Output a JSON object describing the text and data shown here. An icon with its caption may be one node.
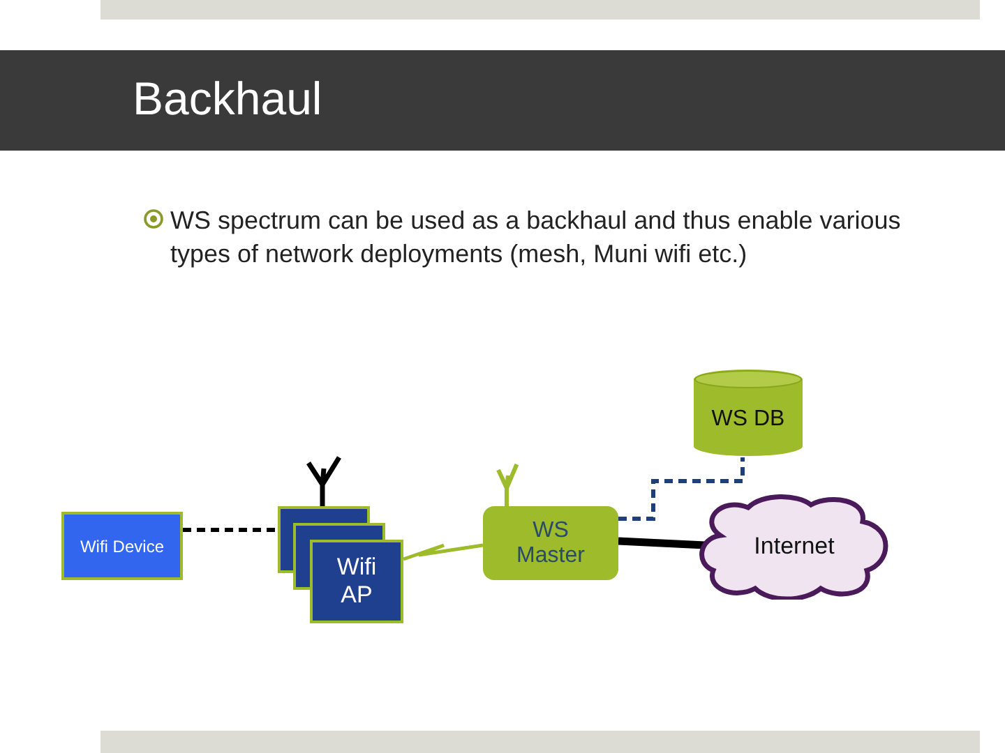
{
  "diagram": {
    "title": "Backhaul",
    "nodes": [
      {
        "text": [
          "Wifi Device"
        ]
      },
      {
        "text": [
          "Wifi AP"
        ]
      },
      {
        "text": [
          "WS Master"
        ]
      },
      {
        "text": [
          "Internet"
        ]
      },
      {
        "text": [
          "WS DB"
        ]
      }
    ],
    "edges": [
      {
        "from": 0,
        "to": 1,
        "arrow": "none",
        "style": "dashed",
        "color": "#000000"
      },
      {
        "from": 1,
        "to": 2,
        "arrow": "none",
        "color": "#9dbb2a"
      },
      {
        "from": 2,
        "to": 3,
        "arrow": "none",
        "style": "thick",
        "color": "#000000"
      },
      {
        "from": 2,
        "to": 4,
        "arrow": "none",
        "style": "dashed",
        "color": "#1f3f7a"
      }
    ],
    "labels": [
      "WS spectrum can be used as a backhaul and thus enable various types of network deployments (mesh, Muni wifi etc.)"
    ]
  }
}
